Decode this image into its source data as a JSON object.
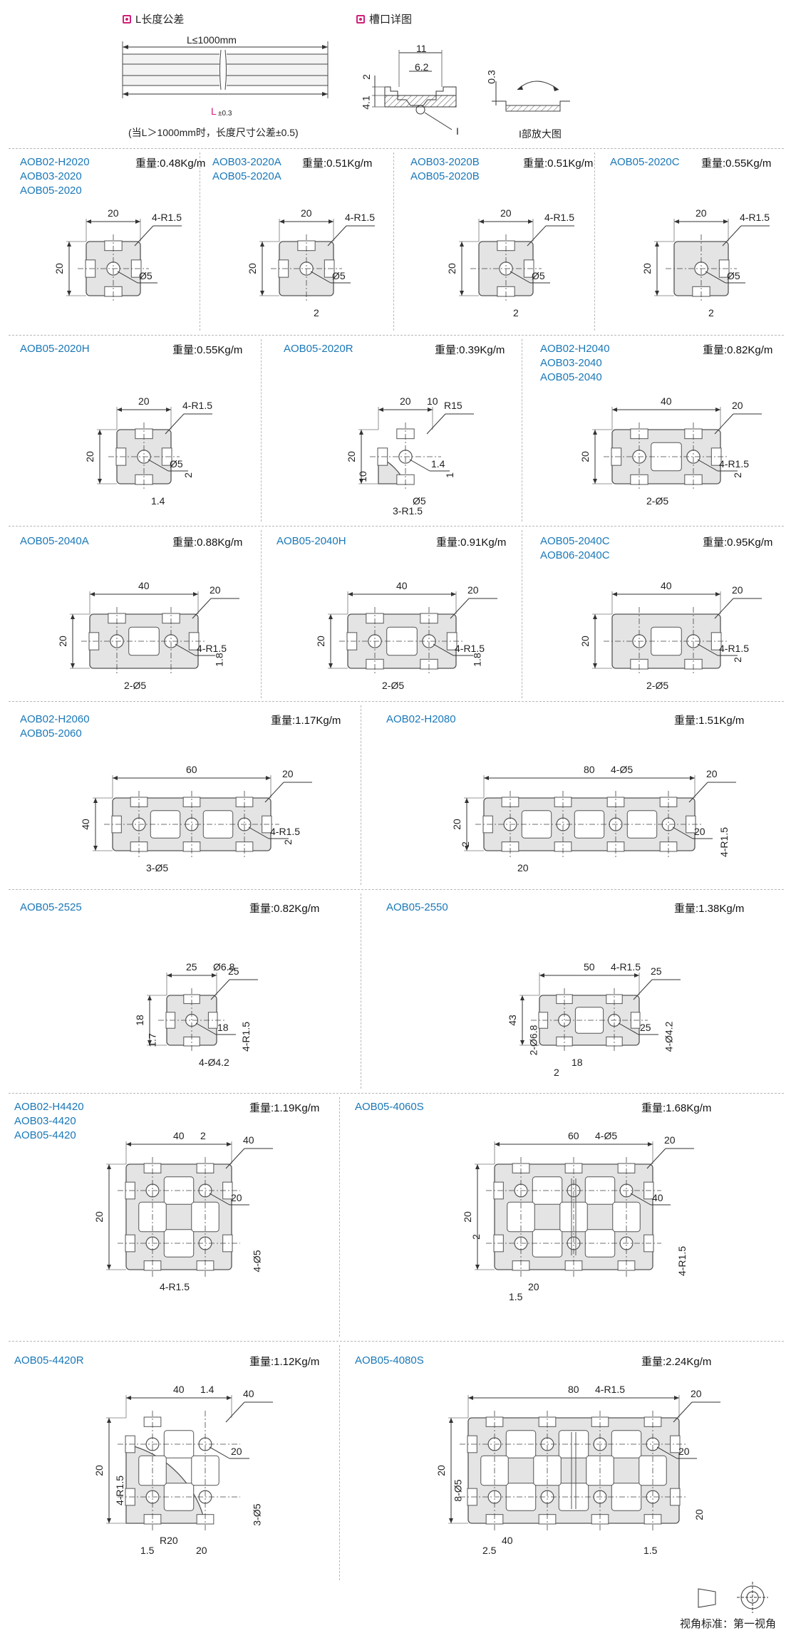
{
  "header": {
    "length_tolerance": {
      "title": "L长度公差",
      "dimension": "L≤1000mm",
      "tol_label": "L",
      "tol_value": "±0.3",
      "note": "(当L＞1000mm时，长度尺寸公差±0.5)"
    },
    "slot_detail": {
      "title": "槽口详图",
      "dims": [
        "11",
        "6.2",
        "2",
        "4.1",
        "0.3"
      ],
      "mark": "I",
      "zoom_label": "I部放大图"
    }
  },
  "colors": {
    "model_text": "#1a78b8",
    "mark": "#d0207a",
    "profile_fill": "#e4e4e4",
    "profile_stroke": "#555555"
  },
  "profiles": [
    {
      "models": [
        "AOB02-H2020",
        "AOB03-2020",
        "AOB05-2020"
      ],
      "weight": "重量:0.48Kg/m",
      "dims": [
        "20",
        "20",
        "4-R1.5",
        "Ø5"
      ]
    },
    {
      "models": [
        "AOB03-2020A",
        "AOB05-2020A"
      ],
      "weight": "重量:0.51Kg/m",
      "dims": [
        "20",
        "20",
        "4-R1.5",
        "Ø5",
        "2"
      ]
    },
    {
      "models": [
        "AOB03-2020B",
        "AOB05-2020B"
      ],
      "weight": "重量:0.51Kg/m",
      "dims": [
        "20",
        "20",
        "4-R1.5",
        "Ø5",
        "2"
      ]
    },
    {
      "models": [
        "AOB05-2020C"
      ],
      "weight": "重量:0.55Kg/m",
      "dims": [
        "20",
        "20",
        "4-R1.5",
        "Ø5",
        "2"
      ]
    },
    {
      "models": [
        "AOB05-2020H"
      ],
      "weight": "重量:0.55Kg/m",
      "dims": [
        "20",
        "20",
        "4-R1.5",
        "Ø5",
        "1.4",
        "2"
      ]
    },
    {
      "models": [
        "AOB05-2020R"
      ],
      "weight": "重量:0.39Kg/m",
      "dims": [
        "20",
        "20",
        "R15",
        "1.4",
        "Ø5",
        "1",
        "10",
        "10",
        "3-R1.5"
      ]
    },
    {
      "models": [
        "AOB02-H2040",
        "AOB03-2040",
        "AOB05-2040"
      ],
      "weight": "重量:0.82Kg/m",
      "dims": [
        "40",
        "20",
        "20",
        "4-R1.5",
        "2-Ø5",
        "2"
      ]
    },
    {
      "models": [
        "AOB05-2040A"
      ],
      "weight": "重量:0.88Kg/m",
      "dims": [
        "40",
        "20",
        "20",
        "4-R1.5",
        "2-Ø5",
        "1.8"
      ]
    },
    {
      "models": [
        "AOB05-2040H"
      ],
      "weight": "重量:0.91Kg/m",
      "dims": [
        "40",
        "20",
        "20",
        "4-R1.5",
        "2-Ø5",
        "1.8"
      ]
    },
    {
      "models": [
        "AOB05-2040C",
        "AOB06-2040C"
      ],
      "weight": "重量:0.95Kg/m",
      "dims": [
        "40",
        "20",
        "20",
        "4-R1.5",
        "2-Ø5",
        "2"
      ]
    },
    {
      "models": [
        "AOB02-H2060",
        "AOB05-2060"
      ],
      "weight": "重量:1.17Kg/m",
      "dims": [
        "60",
        "40",
        "20",
        "4-R1.5",
        "3-Ø5",
        "2"
      ]
    },
    {
      "models": [
        "AOB02-H2080"
      ],
      "weight": "重量:1.51Kg/m",
      "dims": [
        "80",
        "20",
        "20",
        "20",
        "20",
        "4-R1.5",
        "4-Ø5",
        "2"
      ]
    },
    {
      "models": [
        "AOB05-2525"
      ],
      "weight": "重量:0.82Kg/m",
      "dims": [
        "25",
        "18",
        "25",
        "18",
        "4-Ø4.2",
        "4-R1.5",
        "Ø6.8",
        "1.7"
      ]
    },
    {
      "models": [
        "AOB05-2550"
      ],
      "weight": "重量:1.38Kg/m",
      "dims": [
        "50",
        "43",
        "25",
        "25",
        "18",
        "4-Ø4.2",
        "4-R1.5",
        "2-Ø6.8",
        "2"
      ]
    },
    {
      "models": [
        "AOB02-H4420",
        "AOB03-4420",
        "AOB05-4420"
      ],
      "weight": "重量:1.19Kg/m",
      "dims": [
        "40",
        "20",
        "40",
        "20",
        "4-R1.5",
        "4-Ø5",
        "2"
      ]
    },
    {
      "models": [
        "AOB05-4060S"
      ],
      "weight": "重量:1.68Kg/m",
      "dims": [
        "60",
        "20",
        "20",
        "40",
        "20",
        "4-R1.5",
        "4-Ø5",
        "2",
        "1.5"
      ]
    },
    {
      "models": [
        "AOB05-4420R"
      ],
      "weight": "重量:1.12Kg/m",
      "dims": [
        "40",
        "20",
        "40",
        "20",
        "R20",
        "3-Ø5",
        "1.4",
        "4-R1.5",
        "1.5",
        "20"
      ]
    },
    {
      "models": [
        "AOB05-4080S"
      ],
      "weight": "重量:2.24Kg/m",
      "dims": [
        "80",
        "20",
        "20",
        "20",
        "40",
        "20",
        "4-R1.5",
        "8-Ø5",
        "2.5",
        "1.5"
      ]
    }
  ],
  "footer": {
    "projection_label": "视角标准：第一视角"
  }
}
